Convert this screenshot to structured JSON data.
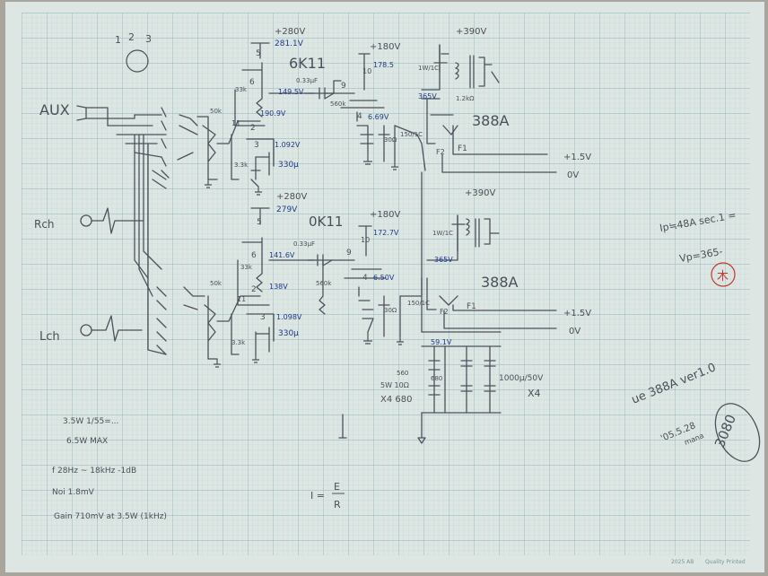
{
  "page_numbers": [
    "1",
    "2",
    "3"
  ],
  "inputs": {
    "top": "AUX",
    "rch": "Rch",
    "lch": "Lch"
  },
  "tube_labels": {
    "top_triode": "6K11",
    "bottom_triode": "0K11",
    "top_output": "388A",
    "bottom_output": "388A"
  },
  "top_channel": {
    "b_plus_1": "+280V",
    "v_281": "281.1V",
    "pin5": "5",
    "pin6": "6",
    "pin11": "11",
    "pin2": "2",
    "pin3": "3",
    "r_plate": "33k",
    "v_149": "149.5V",
    "cap_033": "0.33μF",
    "v_190": "190.9V",
    "r_cath": "3.3k",
    "v_1092": "1.092V",
    "cap_330": "330μ",
    "r_vr": "50k",
    "b_plus_2": "+180V",
    "v_1785": "178.5",
    "pin9": "9",
    "pin10": "10",
    "pin4": "4",
    "v_669": "6.69V",
    "r_grid": "560k",
    "r_bias": "30Ω",
    "r_bias2": "150/1C",
    "b_plus_3": "+390V",
    "v_365": "365V",
    "xfmr": "1W/1C",
    "out_tap": "1.2kΩ",
    "f1": "F1",
    "f2": "F2",
    "rail_a": "+1.5V",
    "rail_b": "0V"
  },
  "bottom_channel": {
    "b_plus_1": "+280V",
    "v_279": "279V",
    "pin5": "5",
    "pin6": "6",
    "pin2": "2",
    "pin3": "3",
    "pin11": "11",
    "r_plate": "33k",
    "v_141": "141.6V",
    "v_138": "138V",
    "cap_033": "0.33μF",
    "r_cath": "3.3k",
    "v_1098": "1.098V",
    "cap_330": "330μ",
    "r_vr": "50k",
    "b_plus_2": "+180V",
    "v_1727": "172.7V",
    "pin9": "9",
    "pin10": "10",
    "pin4": "4",
    "v_650": "6.50V",
    "r_grid": "560k",
    "r_bias": "30Ω",
    "r_bias2": "150/1C",
    "b_plus_3": "+390V",
    "v_365": "365V",
    "xfmr": "1W/1C",
    "f1": "F1",
    "f2": "F2",
    "rail_a": "+1.5V",
    "rail_b": "0V"
  },
  "supply": {
    "v_591": "59.1V",
    "r_560": "560",
    "r_5w": "5W 10Ω",
    "x4_a": "X4 680",
    "cap": "1000μ/50V",
    "x4_b": "X4",
    "r_680": "680"
  },
  "right_notes": {
    "line1": "Ip≒48A  sec.1 =",
    "line2": "Vp=365-",
    "stamp": "木",
    "line3": "ue 388A ver1.0",
    "line4": "'05.5.28",
    "line5": "mana",
    "circled": "3080"
  },
  "specs": {
    "line1": "3.5W  1/55=...",
    "line2": "6.5W  MAX",
    "line3": "f 28Hz ~ 18kHz -1dB",
    "line4": "Noi 1.8mV",
    "line5": "Gain 710mV at 3.5W (1kHz)"
  },
  "formula": {
    "eq": "I =",
    "num": "E",
    "den": "R"
  },
  "footer": {
    "left": "2025 AB",
    "right": "Quality Printed"
  },
  "colors": {
    "paper": "#dce6e2",
    "grid_minor": "#b7d2d4",
    "grid_major": "#8fb6ba",
    "pencil": "#4b4f59",
    "ink": "#1f3a8a",
    "stamp": "#c0392b"
  }
}
